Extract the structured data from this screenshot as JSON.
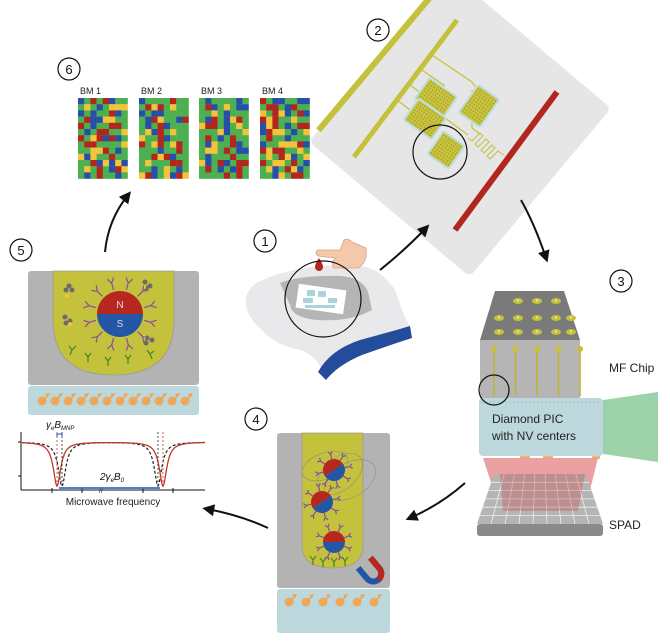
{
  "steps": [
    {
      "number": "1",
      "name": "sample-application"
    },
    {
      "number": "2",
      "name": "microfluidic-chip"
    },
    {
      "number": "3",
      "name": "sensor-stack"
    },
    {
      "number": "4",
      "name": "magnetic-nanoparticle-capture"
    },
    {
      "number": "5",
      "name": "odmr-readout"
    },
    {
      "number": "6",
      "name": "biomarker-maps"
    }
  ],
  "biomarker_maps": {
    "labels": [
      "BM 1",
      "BM 2",
      "BM 3",
      "BM 4"
    ],
    "palette": {
      "G": "#4caf50",
      "B": "#2650a8",
      "R": "#b3261e",
      "Y": "#f5c33b"
    },
    "grids": [
      [
        "BGRGRBGG",
        "GYGBGYYY",
        "BGBGGRBG",
        "GRBBYYGG",
        "RGBGGRRG",
        "GBGRRGGY",
        "RGYRBRBG",
        "GRRGGGGY",
        "GGYYRGBG",
        "YBYGGRGG",
        "GGRBYBYB",
        "GYGRGBRY",
        "GBGRGGBG"
      ],
      [
        "BGGGGRGG",
        "GRYRGYGG",
        "BGBBGGGG",
        "GBRYGGBR",
        "GBGRBGGG",
        "GYBRGYGG",
        "YGGRBGGG",
        "RGYRGYRG",
        "GGGBGGRG",
        "GGRYRBGG",
        "GYGGGRRG",
        "GGBGYGBG",
        "YRBGYBRY"
      ],
      [
        "GBGGGGBG",
        "GRBGYGBB",
        "GGYGBGGG",
        "GBRGBYRG",
        "YRRGBGYG",
        "GGGYBGGY",
        "GRGBGRGG",
        "GBYGGRBG",
        "GYYGRGBB",
        "GBGGGRGG",
        "YBGRBGRR",
        "GRGBGBRG",
        "GGGGRGRG"
      ],
      [
        "RGBBGGBB",
        "GRRGBRGG",
        "YGRYBGRB",
        "RYRGGYGG",
        "BYRGBGRR",
        "BRYYGBGY",
        "GRGGBGGG",
        "BGGYYYRB",
        "RYRRGGYG",
        "GYGRYBGY",
        "RGYYGRGB",
        "GYBGRYBG",
        "GGBYGRRG"
      ]
    ]
  },
  "sensor_stack": {
    "labels": {
      "mf_chip": "MF Chip",
      "diamond_pic_line1": "Diamond PIC",
      "diamond_pic_line2": "with NV centers",
      "spad": "SPAD"
    }
  },
  "magnet": {
    "north": "N",
    "south": "S"
  },
  "odmr_plot": {
    "xlabel": "Microwave frequency",
    "annotation_mnp_symbol": "γ",
    "annotation_mnp_sub1": "e",
    "annotation_mnp_B": "B",
    "annotation_mnp_sub2": "MNP",
    "annotation_split_prefix": "2γ",
    "annotation_split_sub1": "e",
    "annotation_split_B": "B",
    "annotation_split_sub2": "0",
    "colors": {
      "with_mnp": "#c0392b",
      "reference": "#222222",
      "split_arrow": "#3a6fc4"
    }
  },
  "colors": {
    "channel_fill": "#c4c23c",
    "chip_gray": "#b3b3b3",
    "diamond_blue": "#bcd8dc",
    "nv_orange": "#f4a14a",
    "mnp_red": "#b5271f",
    "mnp_blue": "#2456a6",
    "antibody_purple": "#8a4c9e",
    "laser_green": "#9dd2a8",
    "spad_red": "#e89090",
    "trace_red": "#b3261e"
  }
}
